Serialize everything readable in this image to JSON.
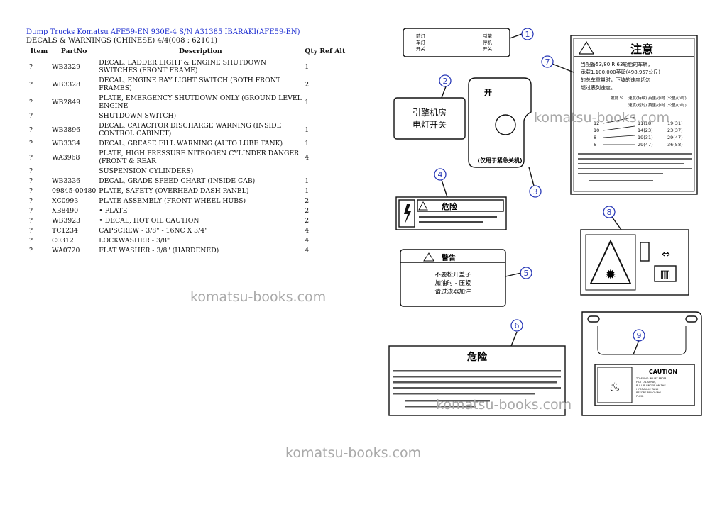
{
  "breadcrumb": {
    "link1": "Dump Trucks Komatsu",
    "link2": "AFE59-EN 930E-4 S/N A31385 IBARAKI(AFE59-EN)"
  },
  "section_title": "DECALS & WARNINGS (CHINESE) 4/4(008 : 62101)",
  "table": {
    "headers": {
      "item": "Item",
      "part": "PartNo",
      "desc": "Description",
      "qty": "Qty Ref Alt"
    },
    "rows": [
      {
        "item": "?",
        "part": "WB3329",
        "desc": "DECAL, LADDER LIGHT & ENGINE SHUTDOWN SWITCHES (FRONT FRAME)",
        "qty": "1"
      },
      {
        "item": "?",
        "part": "WB3328",
        "desc": "DECAL, ENGINE BAY LIGHT SWITCH (BOTH FRONT FRAMES)",
        "qty": "2"
      },
      {
        "item": "?",
        "part": "WB2849",
        "desc": "PLATE, EMERGENCY SHUTDOWN ONLY (GROUND LEVEL ENGINE",
        "qty": "1"
      },
      {
        "item": "?",
        "part": "",
        "desc": "SHUTDOWN SWITCH)",
        "qty": ""
      },
      {
        "item": "?",
        "part": "WB3896",
        "desc": "DECAL, CAPACITOR DISCHARGE WARNING (INSIDE CONTROL CABINET)",
        "qty": "1"
      },
      {
        "item": "?",
        "part": "WB3334",
        "desc": "DECAL, GREASE FILL WARNING (AUTO LUBE TANK)",
        "qty": "1"
      },
      {
        "item": "?",
        "part": "WA3968",
        "desc": "PLATE, HIGH PRESSURE NITROGEN CYLINDER DANGER (FRONT & REAR",
        "qty": "4"
      },
      {
        "item": "?",
        "part": "",
        "desc": "SUSPENSION CYLINDERS)",
        "qty": ""
      },
      {
        "item": "?",
        "part": "WB3336",
        "desc": "DECAL, GRADE SPEED CHART (INSIDE CAB)",
        "qty": "1"
      },
      {
        "item": "?",
        "part": "09845-00480",
        "desc": "PLATE, SAFETY (OVERHEAD DASH PANEL)",
        "qty": "1"
      },
      {
        "item": "?",
        "part": "XC0993",
        "desc": "PLATE ASSEMBLY (FRONT WHEEL HUBS)",
        "qty": "2"
      },
      {
        "item": "?",
        "part": "XB8490",
        "desc": "• PLATE",
        "qty": "2"
      },
      {
        "item": "?",
        "part": "WB3923",
        "desc": "• DECAL, HOT OIL CAUTION",
        "qty": "2"
      },
      {
        "item": "?",
        "part": "TC1234",
        "desc": "CAPSCREW - 3/8\" - 16NC X 3/4\"",
        "qty": "4"
      },
      {
        "item": "?",
        "part": "C0312",
        "desc": "LOCKWASHER - 3/8\"",
        "qty": "4"
      },
      {
        "item": "?",
        "part": "WA0720",
        "desc": "FLAT WASHER - 3/8\" (HARDENED)",
        "qty": "4"
      }
    ]
  },
  "watermark": "komatsu-books.com",
  "diagram": {
    "callouts": [
      "1",
      "2",
      "3",
      "4",
      "5",
      "6",
      "7",
      "8",
      "9"
    ],
    "d1": {
      "l1": "前灯",
      "l2": "车灯",
      "l3": "开关",
      "r1": "引擎",
      "r2": "停机",
      "r3": "开关"
    },
    "d2": {
      "l1": "引擎机房",
      "l2": "电灯开关"
    },
    "d3": {
      "top": "开",
      "bottom": "(仅用于紧急关机)"
    },
    "d4": {
      "title": "危险"
    },
    "d5": {
      "title": "警告",
      "l1": "不要松开盖子",
      "l2": "加油时 - 压紧",
      "l3": "请过滤器加注"
    },
    "d6": {
      "title": "危险"
    },
    "d7": {
      "title": "注意",
      "l1": "当配备53/80 R 63轮胎的车辆，",
      "l2": "承载1,100,000英磅(498,957公斤)",
      "l3": "的总车重量时，下坡的速度切勿",
      "l4": "超过表列速度。",
      "col1": "坡度 %",
      "col2": "速度(持续) 英里/小时 (公里/小时)",
      "col3": "速度(短时) 英里/小时 (公里/小时)",
      "rows": [
        {
          "g": "12",
          "s1": "11(18)",
          "s2": "19(31)"
        },
        {
          "g": "10",
          "s1": "14(23)",
          "s2": "23(37)"
        },
        {
          "g": "8",
          "s1": "19(31)",
          "s2": "29(47)"
        },
        {
          "g": "6",
          "s1": "29(47)",
          "s2": "36(58)"
        }
      ]
    },
    "d9": {
      "title": "CAUTION",
      "l1": "TO AVOID INJURY FROM",
      "l2": "HOT OIL SPRAY,",
      "l3": "PULL PLUNGER ON THE",
      "l4": "HYDRAULIC TANK",
      "l5": "BEFORE REMOVING",
      "l6": "PLUG."
    }
  }
}
